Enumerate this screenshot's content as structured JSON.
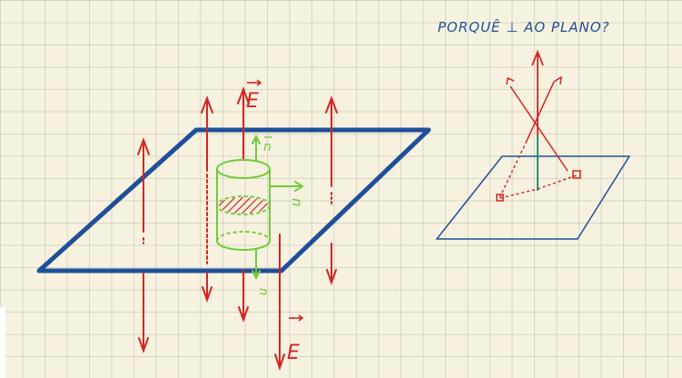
{
  "question": "PORQUÊ ⊥ AO PLANO?",
  "labels": {
    "field_top": "E",
    "field_bottom": "E",
    "normal_top": "n",
    "normal_side": "n",
    "normal_bottom": "n"
  },
  "colors": {
    "plane": "#1f4f9a",
    "field": "#d42525",
    "gaussian_surface": "#6fcb3a",
    "normal_line": "#128a6a",
    "hatch": "#d42525",
    "grid_background": "#f6f2df"
  }
}
